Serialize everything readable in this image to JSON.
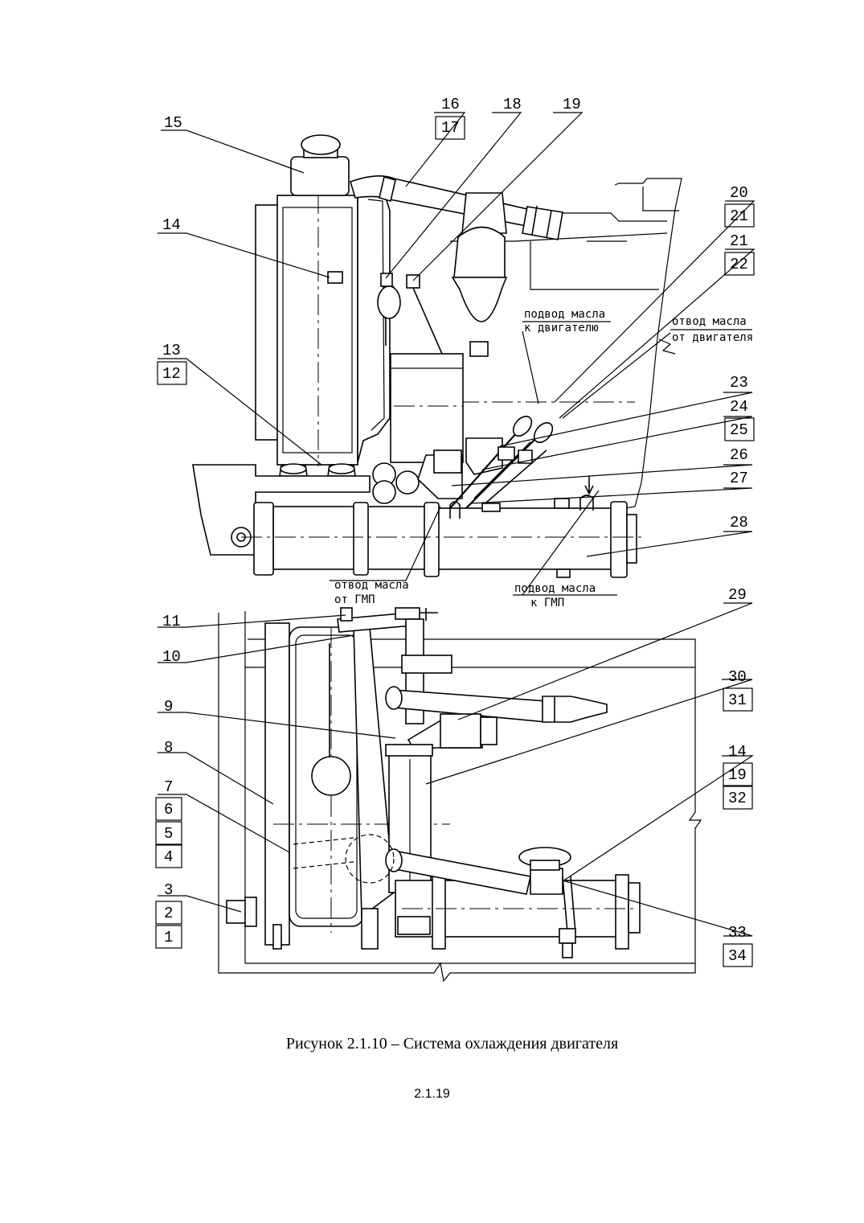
{
  "callouts": {
    "top": [
      "15",
      "16",
      "17",
      "18",
      "19",
      "20",
      "21",
      "21",
      "22",
      "14",
      "13",
      "12",
      "23",
      "24",
      "25",
      "26",
      "27",
      "28"
    ],
    "bottom": [
      "11",
      "10",
      "29",
      "9",
      "30",
      "31",
      "8",
      "14",
      "19",
      "32",
      "7",
      "6",
      "5",
      "4",
      "3",
      "2",
      "1",
      "33",
      "34"
    ]
  },
  "notes": {
    "oil_supply_engine": [
      "подвод масла",
      "к двигателю"
    ],
    "oil_return_engine": [
      "отвод масла",
      "от двигателя"
    ],
    "oil_return_gmp": [
      "отвод масла",
      "от ГМП"
    ],
    "oil_supply_gmp": [
      "подвод масла",
      "к ГМП"
    ]
  },
  "caption": "Рисунок 2.1.10 – Система охлаждения двигателя",
  "page_number": "2.1.19"
}
